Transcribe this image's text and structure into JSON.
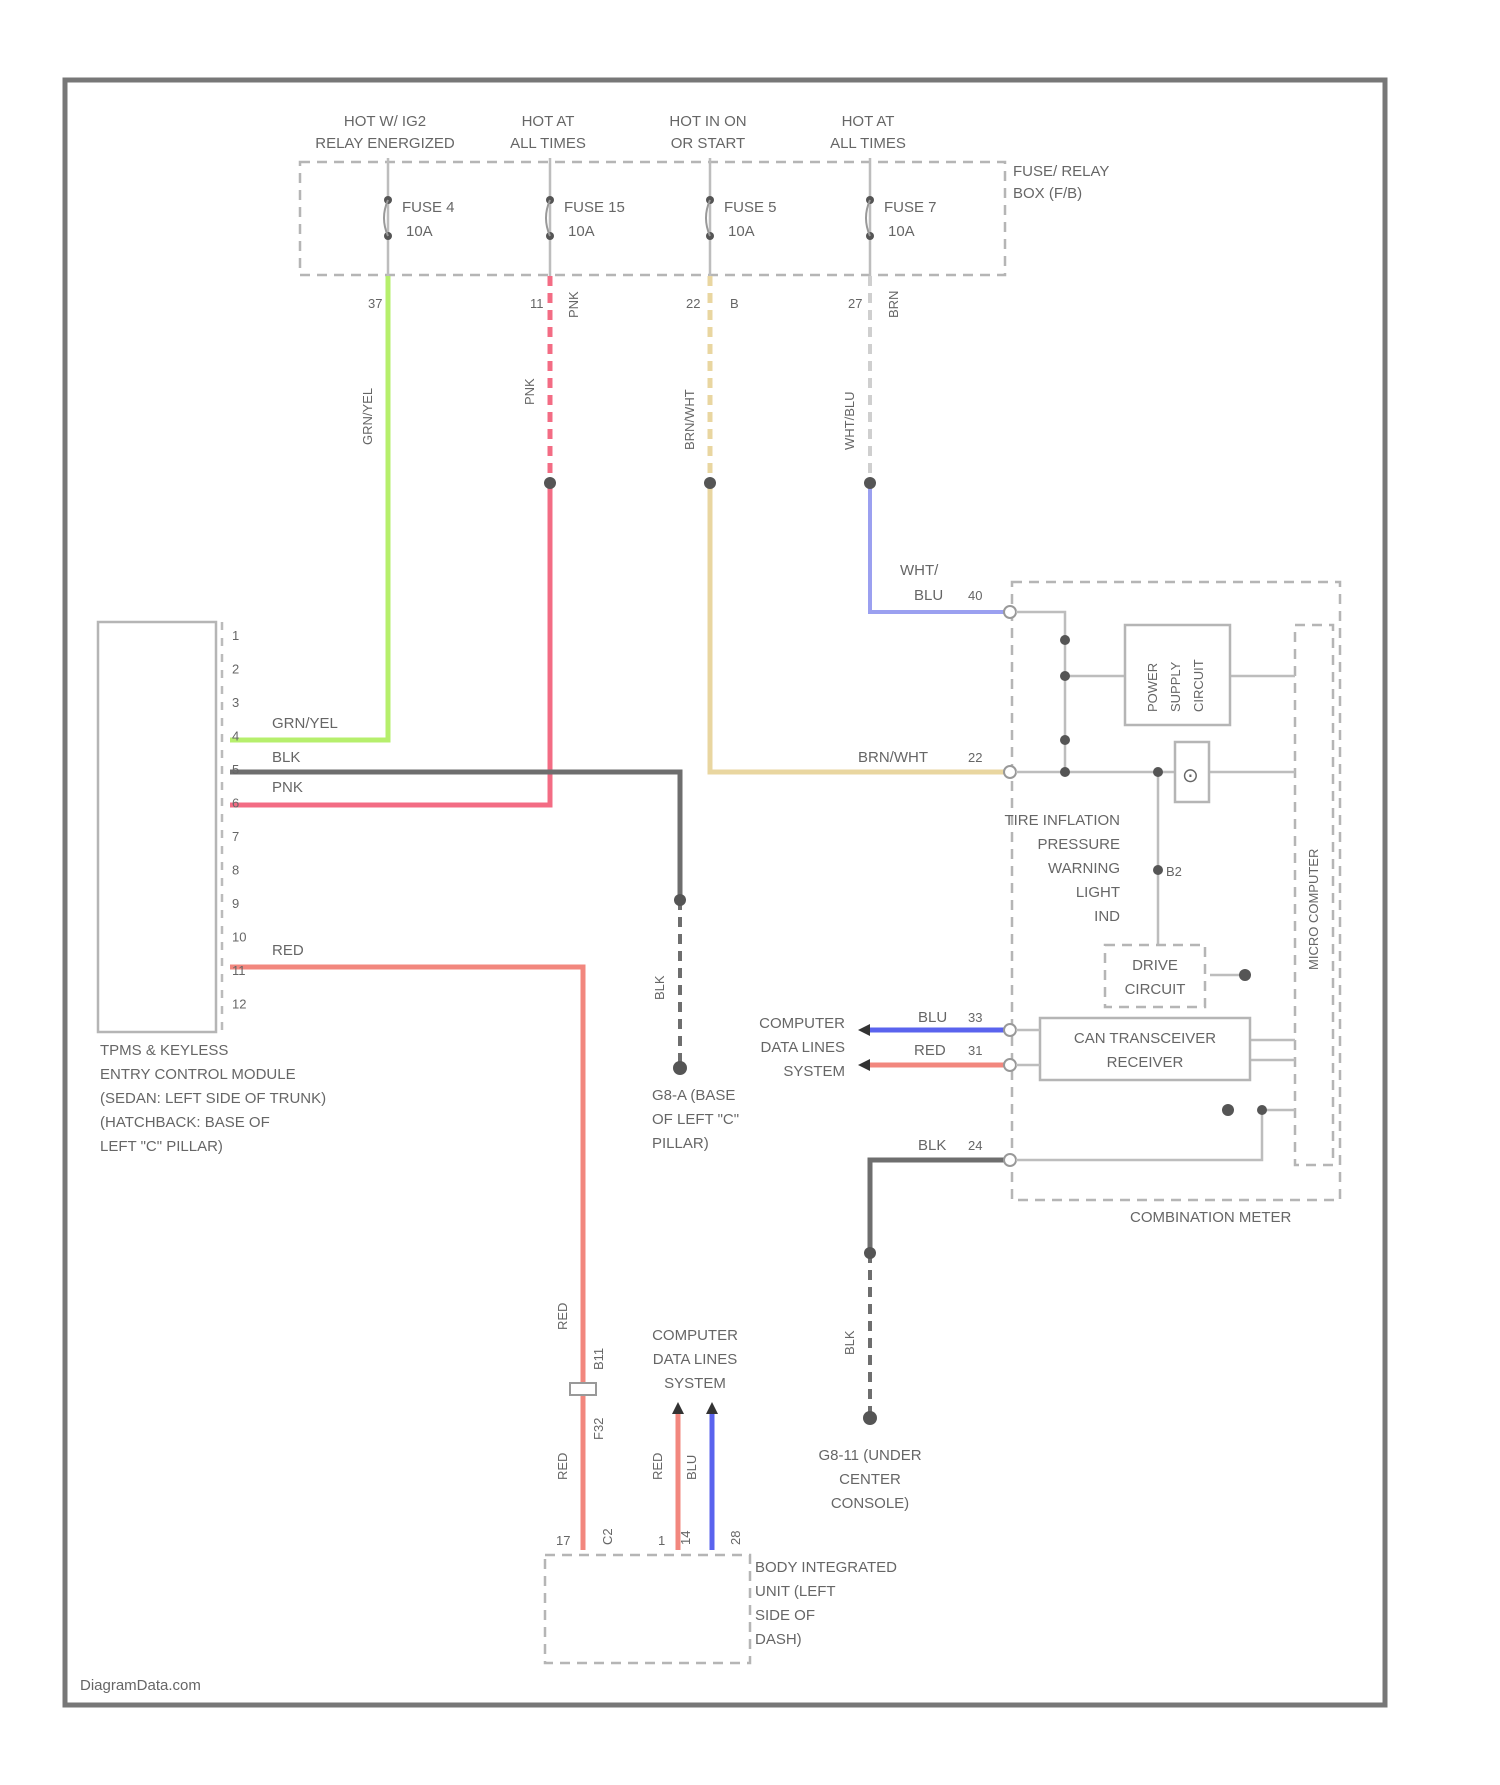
{
  "power": [
    {
      "line1": "HOT W/ IG2",
      "line2": "RELAY ENERGIZED"
    },
    {
      "line1": "HOT AT",
      "line2": "ALL TIMES"
    },
    {
      "line1": "HOT IN ON",
      "line2": "OR START"
    },
    {
      "line1": "HOT AT",
      "line2": "ALL TIMES"
    }
  ],
  "fuses": [
    {
      "name": "FUSE 4",
      "rating": "10A"
    },
    {
      "name": "FUSE 15",
      "rating": "10A"
    },
    {
      "name": "FUSE 5",
      "rating": "10A"
    },
    {
      "name": "FUSE 7",
      "rating": "10A"
    }
  ],
  "fuse_box": {
    "line1": "FUSE/ RELAY",
    "line2": "BOX (F/B)"
  },
  "fuse_pins": [
    "37",
    "11",
    "22",
    "27"
  ],
  "fuse_pins_b": [
    "",
    "",
    "B",
    ""
  ],
  "wire_labels_vertical": [
    "GRN/YEL",
    "PNK",
    "BRN/WHT",
    "WHT/BLU"
  ],
  "fuse_side_labels": [
    "",
    "PNK",
    "",
    "BRN"
  ],
  "module": {
    "pins": [
      "1",
      "2",
      "3",
      "4",
      "5",
      "6",
      "7",
      "8",
      "9",
      "10",
      "11",
      "12"
    ],
    "wire_grnyel": "GRN/YEL",
    "wire_blk": "BLK",
    "wire_pnk": "PNK",
    "wire_red": "RED",
    "lines": [
      "TPMS & KEYLESS",
      "ENTRY CONTROL MODULE",
      "(SEDAN: LEFT SIDE OF TRUNK)",
      "(HATCHBACK: BASE OF",
      "LEFT \"C\" PILLAR)"
    ]
  },
  "meter": {
    "wht_blu": "WHT/",
    "wht_blu2": "BLU",
    "pin_wht": "40",
    "brn_wht": "BRN/WHT",
    "pin_brn": "22",
    "blu": "BLU",
    "pin_blu": "33",
    "red": "RED",
    "pin_red": "31",
    "blk": "BLK",
    "pin_blk": "24",
    "power_supply": [
      "POWER",
      "SUPPLY",
      "CIRCUIT"
    ],
    "lamp_label": [
      "TIRE INFLATION",
      "PRESSURE",
      "WARNING",
      "LIGHT",
      "IND"
    ],
    "drive_circuit": [
      "DRIVE",
      "CIRCUIT"
    ],
    "can": [
      "CAN TRANSCEIVER",
      "RECEIVER"
    ],
    "cpu": "MICRO COMPUTER",
    "name": "COMBINATION METER",
    "b2": "B2"
  },
  "cds_right": [
    "COMPUTER",
    "DATA LINES",
    "SYSTEM"
  ],
  "ground_left": {
    "wire": "BLK",
    "lines": [
      "G8-A (BASE",
      "OF LEFT \"C\"",
      "PILLAR)"
    ]
  },
  "ground_bottom": {
    "wire": "BLK",
    "lines": [
      "G8-11 (UNDER",
      "CENTER",
      "CONSOLE)"
    ]
  },
  "bottom_red": {
    "upper": "RED",
    "lower": "RED",
    "conn_upper": "B11",
    "conn_lower": "F32",
    "pin": "17"
  },
  "cds_bottom": {
    "lines": [
      "COMPUTER",
      "DATA LINES",
      "SYSTEM"
    ],
    "red": "RED",
    "blu": "BLU",
    "pin_red": "14",
    "pin_blu": "28",
    "pin_red2": "1"
  },
  "biu": {
    "lines": [
      "BODY INTEGRATED",
      "UNIT (LEFT",
      "SIDE OF",
      "DASH)"
    ],
    "pin_top": "C2"
  },
  "watermark": "DiagramData.com",
  "colors": {
    "grn": "#b6ef6c",
    "pnk": "#f36c84",
    "brn": "#e9d6a0",
    "blu": "#9ba0f0",
    "blk": "#6e6e6e",
    "red": "#f2877e",
    "cds_blu": "#5a63ee"
  }
}
